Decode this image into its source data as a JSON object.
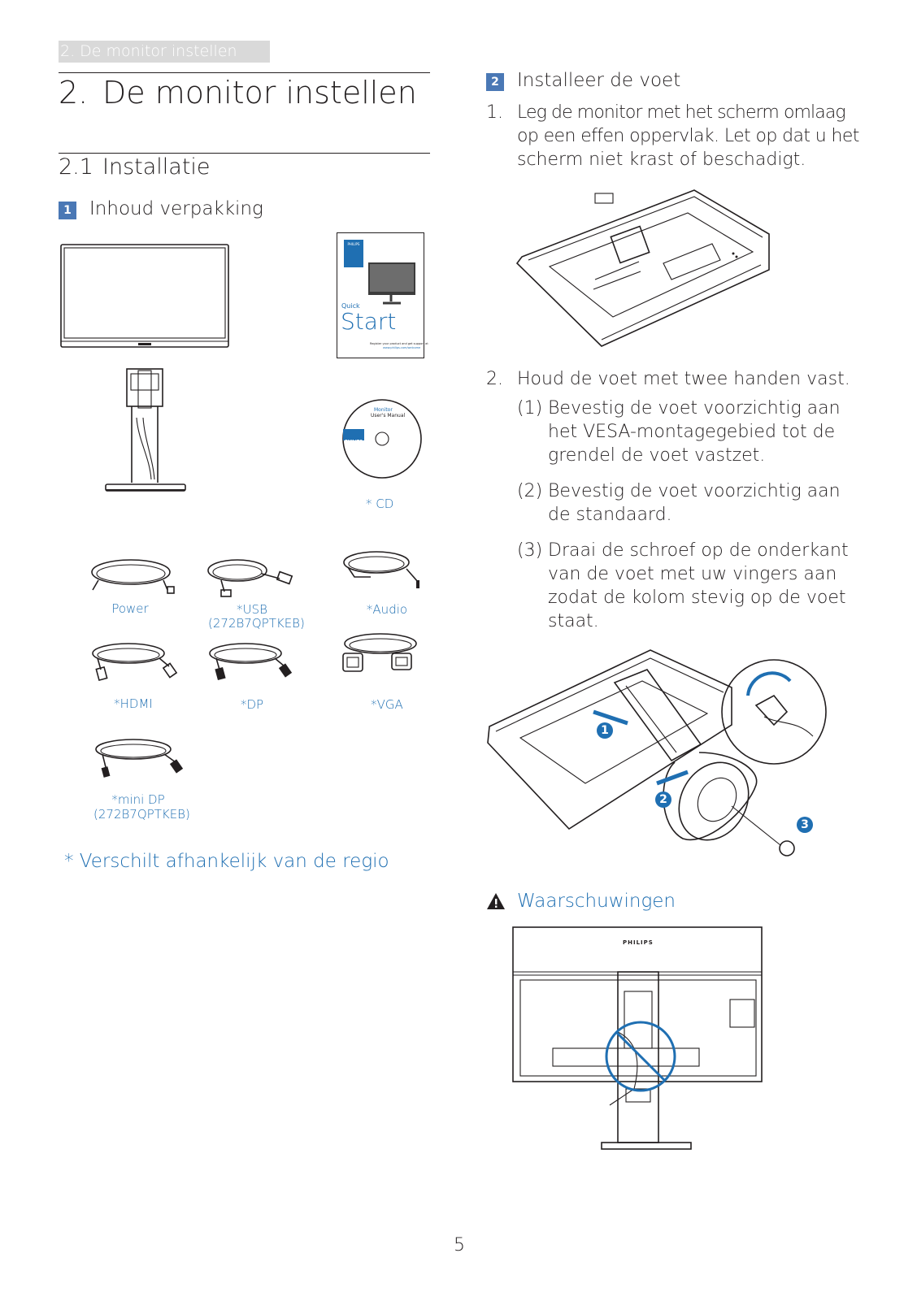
{
  "header": {
    "section_tab": "2. De monitor instellen",
    "chapter_number": "2.",
    "chapter_title": "De monitor instellen",
    "section_number": "2.1",
    "section_title": "Installatie"
  },
  "left": {
    "box_contents": {
      "badge": "1",
      "title": "Inhoud verpakking"
    },
    "quick_start": {
      "brand": "PHILIPS",
      "label_quick": "Quick",
      "label_start": "Start",
      "register_line1": "Register your product and get support at",
      "register_line2": "www.philips.com/welcome"
    },
    "cd": {
      "label_monitor": "Monitor",
      "label_manual": "User's Manual",
      "brand": "PHILIPS",
      "caption": "* CD"
    },
    "cables": [
      {
        "caption": "Power",
        "sub": ""
      },
      {
        "caption": "*USB",
        "sub": "(272B7QPTKEB)"
      },
      {
        "caption": "*Audio",
        "sub": ""
      },
      {
        "caption": "*HDMI",
        "sub": ""
      },
      {
        "caption": "*DP",
        "sub": ""
      },
      {
        "caption": "*VGA",
        "sub": ""
      },
      {
        "caption": "*mini DP",
        "sub": "(272B7QPTKEB)"
      }
    ],
    "region_note": "* Verschilt afhankelijk van de regio"
  },
  "right": {
    "install_base": {
      "badge": "2",
      "title": "Installeer de voet"
    },
    "step1": {
      "num": "1.",
      "line1": "Leg de monitor met het scherm omlaag",
      "line2": "op een effen oppervlak. Let op dat u het",
      "line3": "scherm niet krast of beschadigt."
    },
    "step2": {
      "num": "2.",
      "text": "Houd de voet met twee handen vast.",
      "sub1": {
        "num": "(1)",
        "lines": [
          "Bevestig de voet voorzichtig aan",
          "het VESA-montagegebied tot de",
          "grendel de voet vastzet."
        ]
      },
      "sub2": {
        "num": "(2)",
        "lines": [
          "Bevestig de voet voorzichtig aan",
          "de standaard."
        ]
      },
      "sub3": {
        "num": "(3)",
        "lines": [
          "Draai de schroef op de onderkant",
          "van de voet met uw vingers aan",
          "zodat de kolom stevig op de voet",
          "staat."
        ]
      }
    },
    "callouts": [
      "1",
      "2",
      "3"
    ],
    "warning": {
      "icon": "warning-icon",
      "title": "Waarschuwingen",
      "brand": "PHILIPS"
    }
  },
  "footer": {
    "page_number": "5"
  },
  "colors": {
    "accent_blue": "#1f6fb2",
    "badge_blue": "#4a78b5",
    "tab_gray": "#d9d9d9",
    "ink": "#231f20"
  }
}
